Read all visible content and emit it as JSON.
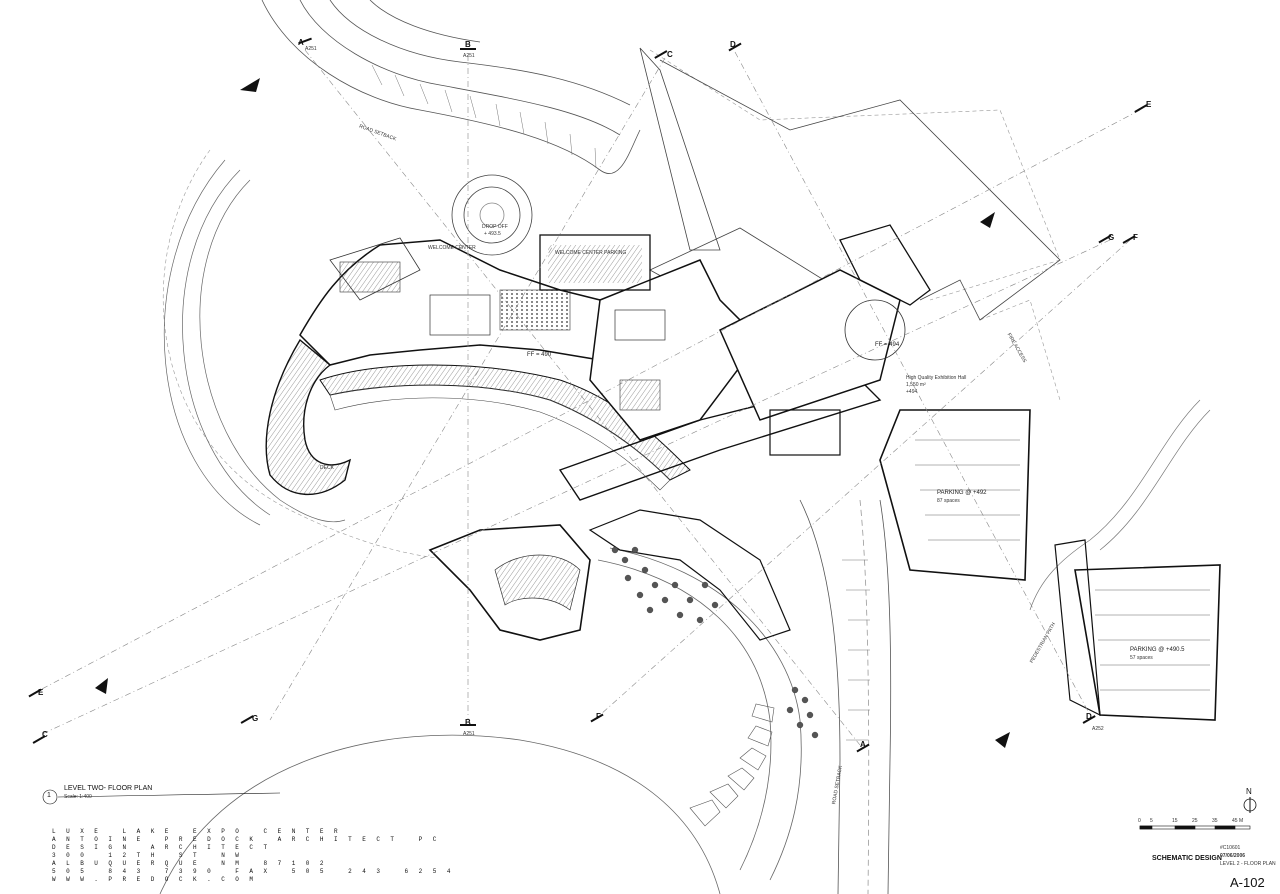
{
  "sheet": {
    "sheet_number": "A-102",
    "phase": "SCHEMATIC DESIGN",
    "project_no": "#C10601",
    "date": "07/06/2006",
    "sheet_desc": "LEVEL 2 - FLOOR PLAN"
  },
  "drawing_title": {
    "number": "1",
    "title": "LEVEL TWO- FLOOR PLAN",
    "scale": "Scale: 1:400"
  },
  "office_block": [
    "LUXE LAKE EXPO CENTER",
    "ANTOINE PREDOCK ARCHITECT PC",
    "DESIGN ARCHITECT",
    "300 12TH ST NW",
    "ALBUQUERQUE NM 87102",
    "505 843 7390  FAX 505 243 6254",
    "WWW.PREDOCK.COM"
  ],
  "north_arrow": {
    "label": "N"
  },
  "scale_bar": {
    "ticks": [
      "0",
      "5",
      "15",
      "25",
      "35",
      "45 M"
    ]
  },
  "sections": {
    "A": "A",
    "B": "B",
    "C": "C",
    "D": "D",
    "E": "E",
    "F": "F",
    "G": "G",
    "ref_a251": "A251",
    "ref_a252": "A252"
  },
  "rooms": {
    "welcome_center": "WELCOME CENTER",
    "welcome_center_parking": "WELCOME CENTER PARKING",
    "drop_off": "DROP OFF",
    "drop_off_elev": "+ 493.5",
    "ff_490": "FF = 490",
    "ff_494": "FF = 494",
    "high_quality_hall": "High Quality Exhibition Hall",
    "hall_area": "1,550 m²",
    "hall_elev": "+494",
    "parking_1": "PARKING @ +492",
    "parking_1_spaces": "87 spaces",
    "parking_2": "PARKING @ +490.5",
    "parking_2_spaces": "57 spaces",
    "road_setback": "ROAD SETBACK",
    "deck": "DECK",
    "pedestrian_path": "PEDESTRIAN PATH",
    "fire_access": "FIRE ACCESS"
  }
}
